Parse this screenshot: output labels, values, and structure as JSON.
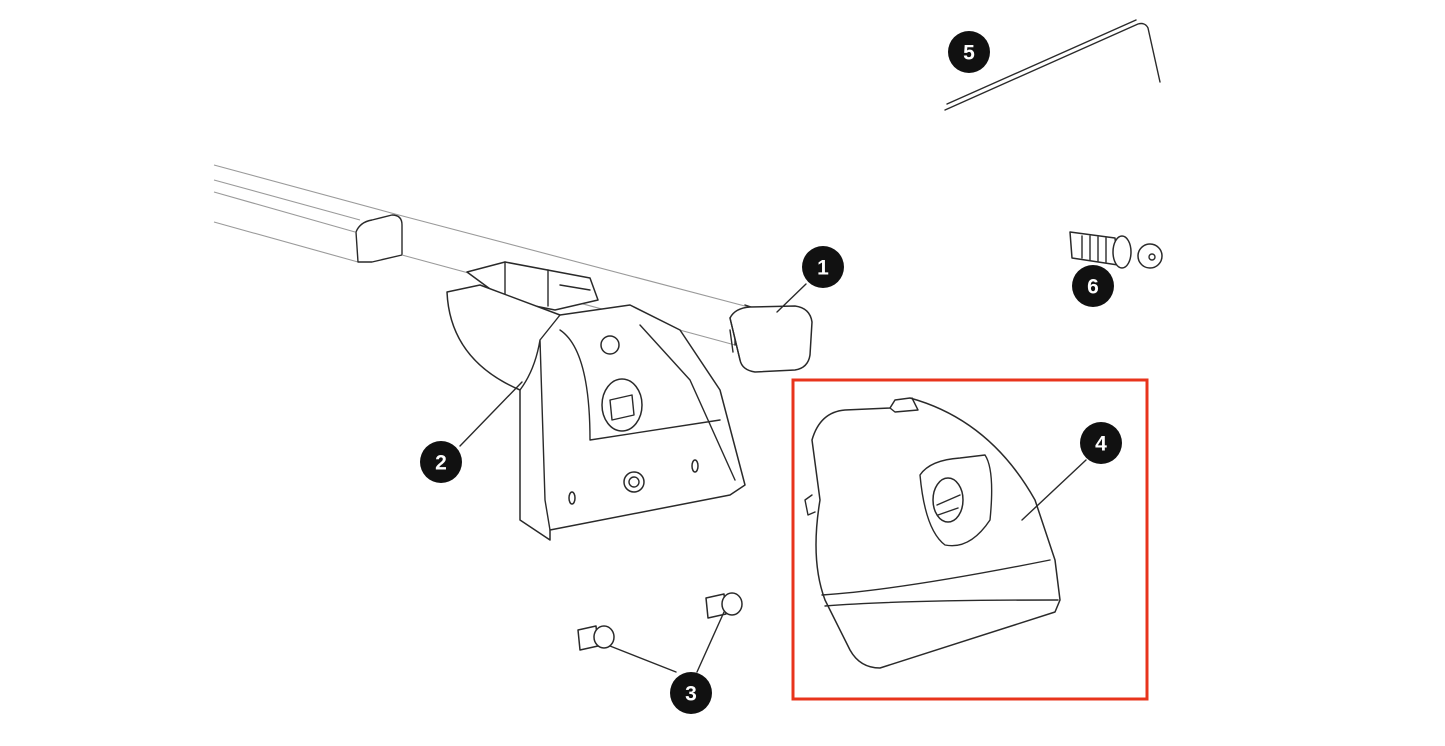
{
  "diagram": {
    "highlight_color": "#e8341c",
    "highlighted_part": "4",
    "callouts": [
      {
        "label": "1",
        "part": "end-cap"
      },
      {
        "label": "2",
        "part": "foot-bracket"
      },
      {
        "label": "3",
        "part": "bolts"
      },
      {
        "label": "4",
        "part": "foot-cover"
      },
      {
        "label": "5",
        "part": "hex-key"
      },
      {
        "label": "6",
        "part": "lock-cylinder-key"
      }
    ]
  }
}
